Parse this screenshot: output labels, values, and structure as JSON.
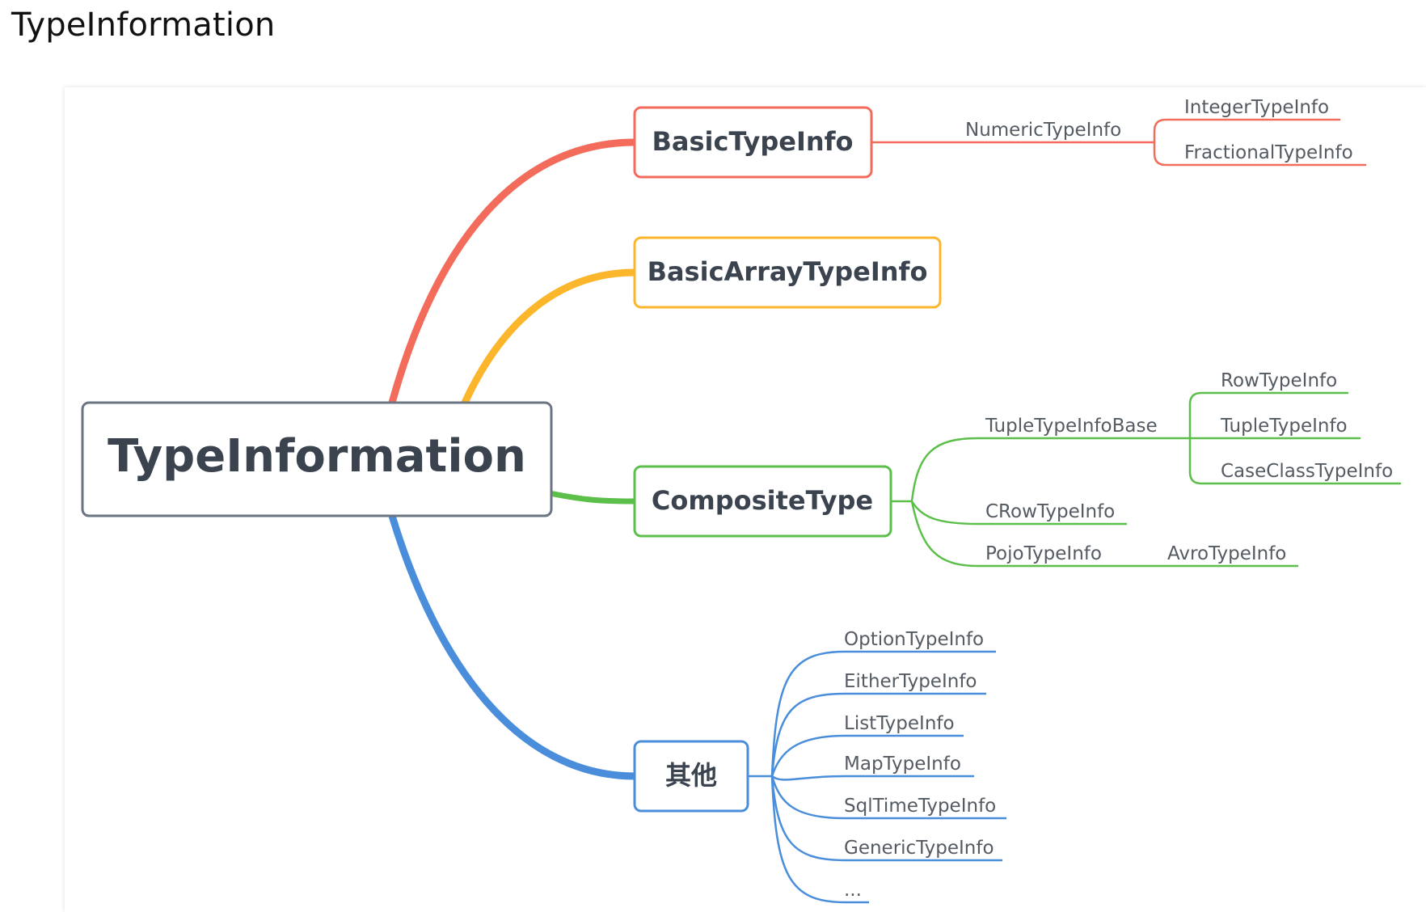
{
  "page": {
    "heading": "TypeInformation"
  },
  "colors": {
    "root": "#6b7482",
    "basic": "#f26b5b",
    "array": "#fbb62b",
    "composite": "#5cbf4a",
    "other": "#4a8edb"
  },
  "root": {
    "label": "TypeInformation"
  },
  "branches": {
    "basic": {
      "label": "BasicTypeInfo",
      "numeric": "NumericTypeInfo",
      "integer": "IntegerTypeInfo",
      "fractional": "FractionalTypeInfo"
    },
    "array": {
      "label": "BasicArrayTypeInfo"
    },
    "composite": {
      "label": "CompositeType",
      "tuple_base": "TupleTypeInfoBase",
      "row": "RowTypeInfo",
      "tuple": "TupleTypeInfo",
      "case_class": "CaseClassTypeInfo",
      "crow": "CRowTypeInfo",
      "pojo": "PojoTypeInfo",
      "avro": "AvroTypeInfo"
    },
    "other": {
      "label": "其他",
      "items": [
        "OptionTypeInfo",
        "EitherTypeInfo",
        "ListTypeInfo",
        "MapTypeInfo",
        "SqlTimeTypeInfo",
        "GenericTypeInfo",
        "..."
      ]
    }
  }
}
